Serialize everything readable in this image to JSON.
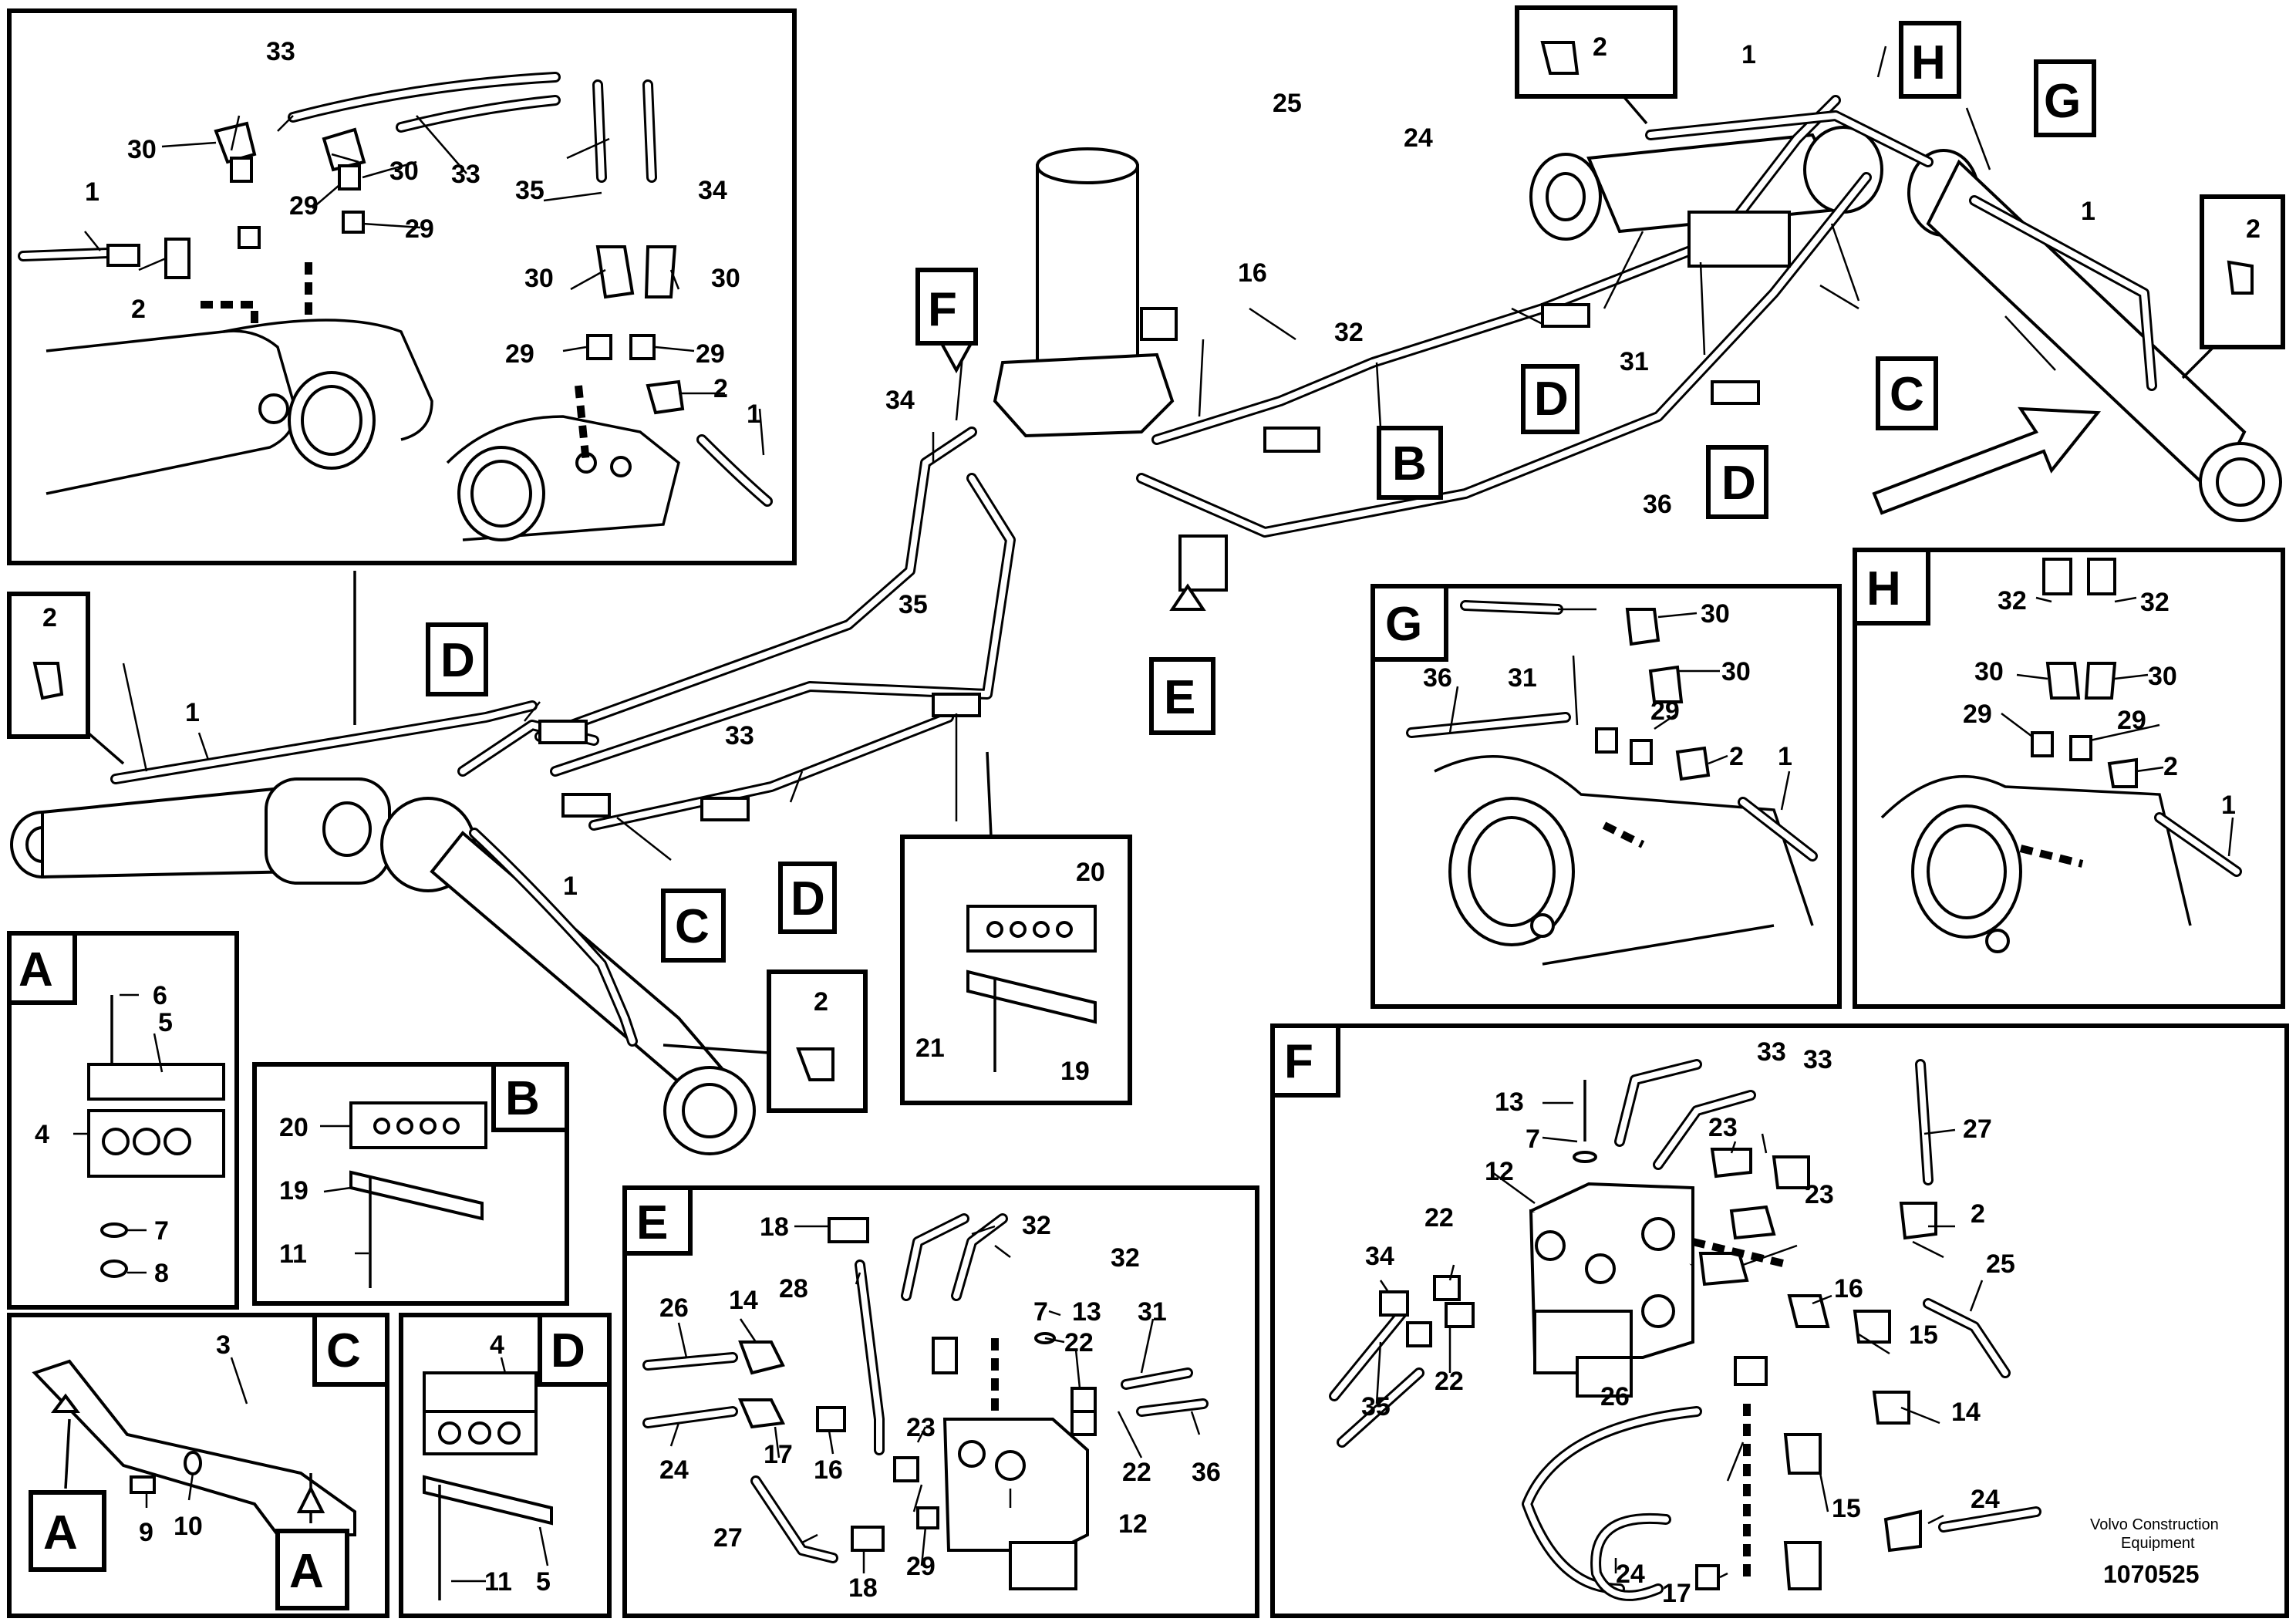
{
  "diagram": {
    "caption_line1": "Volvo Construction",
    "caption_line2": "Equipment",
    "drawing_number": "1070525"
  },
  "callout_letters": [
    "A",
    "B",
    "C",
    "D",
    "E",
    "F",
    "G",
    "H"
  ],
  "part_numbers": {
    "p1": "1",
    "p2": "2",
    "p3": "3",
    "p4": "4",
    "p5": "5",
    "p6": "6",
    "p7": "7",
    "p8": "8",
    "p9": "9",
    "p10": "10",
    "p11": "11",
    "p12": "12",
    "p13": "13",
    "p14": "14",
    "p15": "15",
    "p16": "16",
    "p17": "17",
    "p18": "18",
    "p19": "19",
    "p20": "20",
    "p21": "21",
    "p22": "22",
    "p23": "23",
    "p24": "24",
    "p25": "25",
    "p26": "26",
    "p27": "27",
    "p28": "28",
    "p29": "29",
    "p30": "30",
    "p31": "31",
    "p32": "32",
    "p33": "33",
    "p34": "34",
    "p35": "35",
    "p36": "36"
  }
}
